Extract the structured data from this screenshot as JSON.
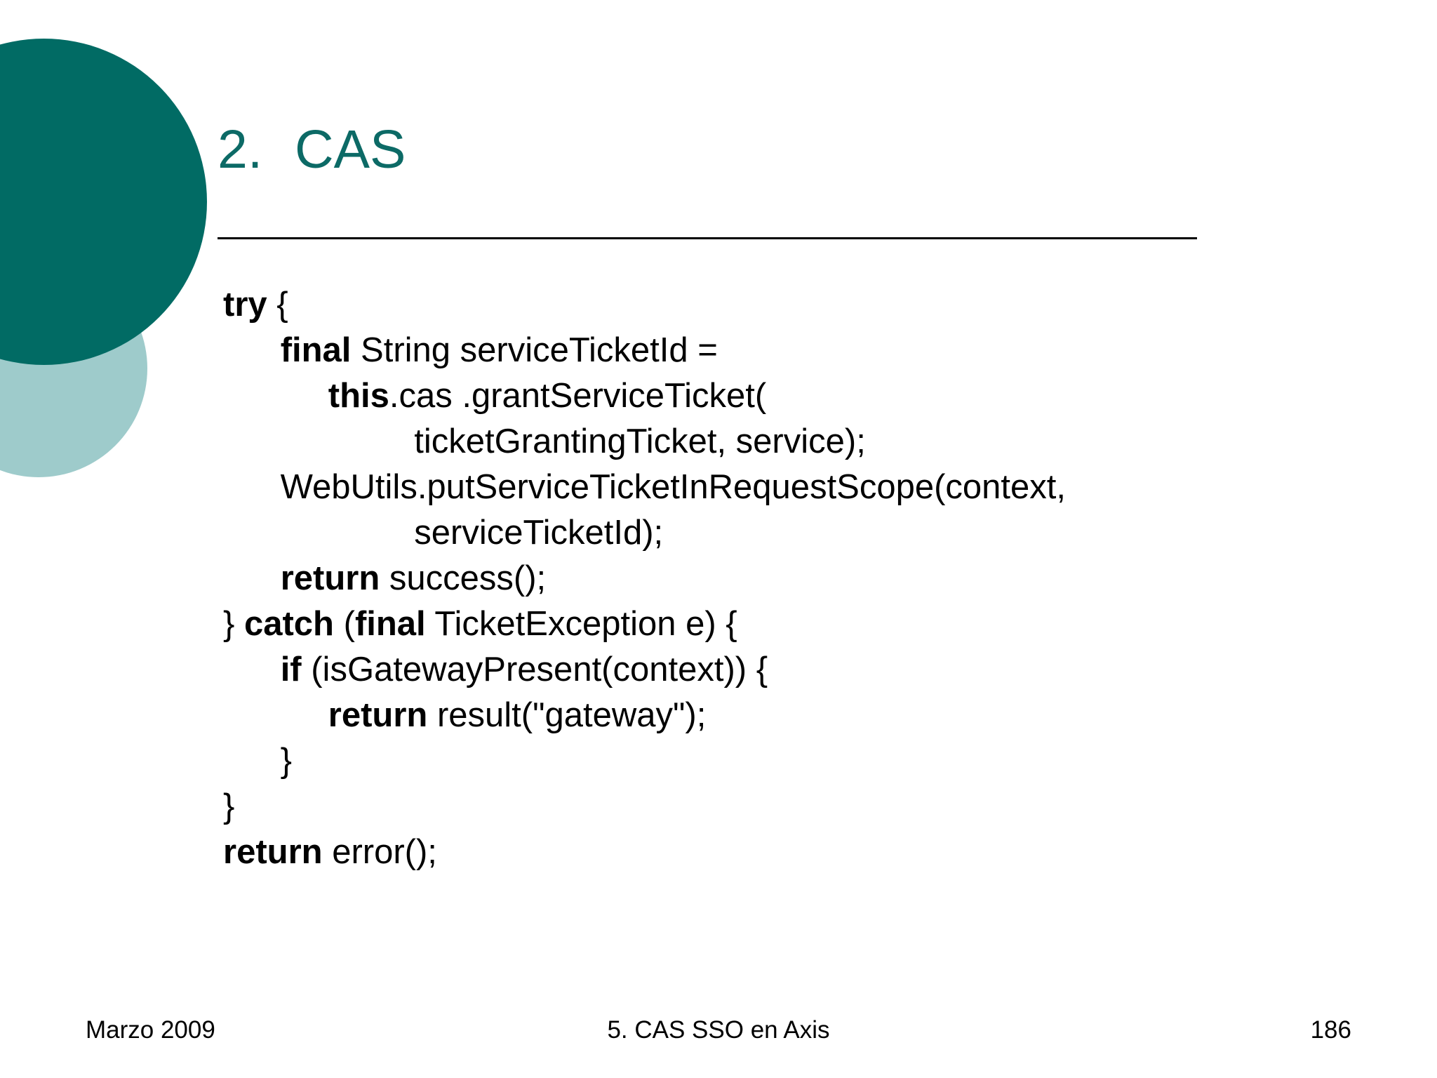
{
  "slide": {
    "background_color": "#FFFFFF",
    "accent_dark": "#016B64",
    "accent_light": "#9ECBCB",
    "title_color": "#0C6A66"
  },
  "title": {
    "number": "2.",
    "text": "CAS"
  },
  "code": {
    "lines": [
      {
        "indent": 0,
        "segments": [
          {
            "text": "try",
            "bold": true
          },
          {
            "text": " {",
            "bold": false
          }
        ]
      },
      {
        "indent": 0,
        "segments": [
          {
            "text": "      ",
            "bold": false
          },
          {
            "text": "final",
            "bold": true
          },
          {
            "text": " String serviceTicketId =",
            "bold": false
          }
        ]
      },
      {
        "indent": 0,
        "segments": [
          {
            "text": "           ",
            "bold": false
          },
          {
            "text": "this",
            "bold": true
          },
          {
            "text": ".cas .grantServiceTicket(",
            "bold": false
          }
        ]
      },
      {
        "indent": 0,
        "segments": [
          {
            "text": "                    ticketGrantingTicket, service);",
            "bold": false
          }
        ]
      },
      {
        "indent": 0,
        "segments": [
          {
            "text": "      WebUtils.putServiceTicketInRequestScope(context,",
            "bold": false
          }
        ]
      },
      {
        "indent": 0,
        "segments": [
          {
            "text": "                    serviceTicketId);",
            "bold": false
          }
        ]
      },
      {
        "indent": 0,
        "segments": [
          {
            "text": "      ",
            "bold": false
          },
          {
            "text": "return",
            "bold": true
          },
          {
            "text": " success();",
            "bold": false
          }
        ]
      },
      {
        "indent": 0,
        "segments": [
          {
            "text": "} ",
            "bold": false
          },
          {
            "text": "catch",
            "bold": true
          },
          {
            "text": " (",
            "bold": false
          },
          {
            "text": "final",
            "bold": true
          },
          {
            "text": " TicketException e) {",
            "bold": false
          }
        ]
      },
      {
        "indent": 0,
        "segments": [
          {
            "text": "      ",
            "bold": false
          },
          {
            "text": "if",
            "bold": true
          },
          {
            "text": " (isGatewayPresent(context)) {",
            "bold": false
          }
        ]
      },
      {
        "indent": 0,
        "segments": [
          {
            "text": "           ",
            "bold": false
          },
          {
            "text": "return",
            "bold": true
          },
          {
            "text": " result(\"gateway\");",
            "bold": false
          }
        ]
      },
      {
        "indent": 0,
        "segments": [
          {
            "text": "      }",
            "bold": false
          }
        ]
      },
      {
        "indent": 0,
        "segments": [
          {
            "text": "}",
            "bold": false
          }
        ]
      },
      {
        "indent": 0,
        "segments": [
          {
            "text": "return",
            "bold": true
          },
          {
            "text": " error();",
            "bold": false
          }
        ]
      }
    ],
    "plain_text": "try {\n      final String serviceTicketId =\n           this.cas .grantServiceTicket(\n                    ticketGrantingTicket, service);\n      WebUtils.putServiceTicketInRequestScope(context,\n                    serviceTicketId);\n      return success();\n} catch (final TicketException e) {\n      if (isGatewayPresent(context)) {\n           return result(\"gateway\");\n      }\n}\nreturn error();"
  },
  "footer": {
    "date": "Marzo 2009",
    "section": "5. CAS SSO en Axis",
    "page_number": "186"
  }
}
